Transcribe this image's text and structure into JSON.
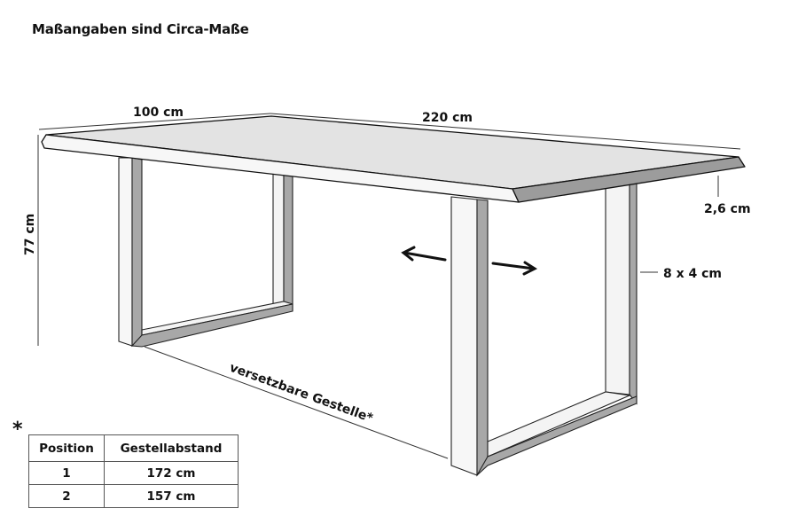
{
  "title": "Maßangaben sind Circa-Maße",
  "dimensions": {
    "width": "100 cm",
    "length": "220 cm",
    "height": "77 cm",
    "top_thickness": "2,6 cm",
    "leg_profile": "8 x 4 cm"
  },
  "annotation": {
    "movable_frames": "versetzbare Gestelle*"
  },
  "footnote_marker": "*",
  "spacing_table": {
    "headers": [
      "Position",
      "Gestellabstand"
    ],
    "rows": [
      [
        "1",
        "172 cm"
      ],
      [
        "2",
        "157 cm"
      ]
    ]
  },
  "icons": {
    "arrow_left": "arrow-left-icon",
    "arrow_right": "arrow-right-icon"
  },
  "colors": {
    "top_surface": "#e3e3e3",
    "edge_light": "#f7f7f7",
    "edge_dark": "#9c9c9c",
    "leg_shadow": "#a8a8a8",
    "line": "#111111"
  }
}
